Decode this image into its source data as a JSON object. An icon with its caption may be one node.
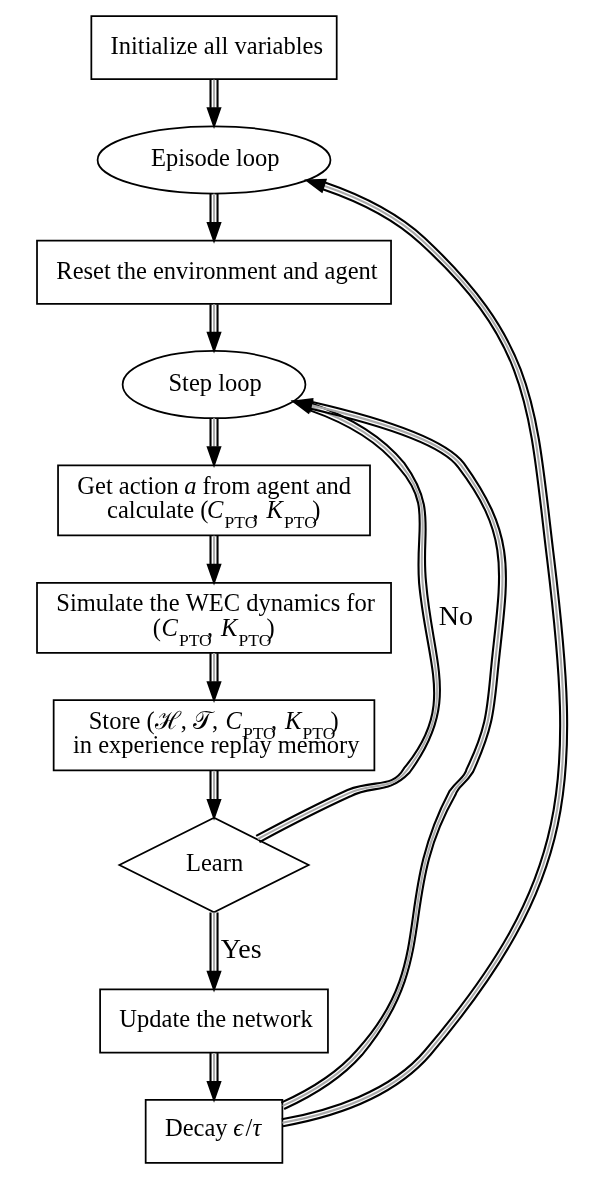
{
  "diagram": {
    "nodes": [
      {
        "text": [
          "Initialize all variables"
        ]
      },
      {
        "text": [
          "Episode loop"
        ]
      },
      {
        "text": [
          "Reset the environment and agent"
        ]
      },
      {
        "text": [
          "Step loop"
        ]
      },
      {
        "text": [
          "Get action *a* from agent and calculate (*C*$_{PTO}$, *K*$_{PTO}$)"
        ]
      },
      {
        "text": [
          "Simulate the WEC dynamics for (*C*$_{PTO}$, *K*$_{PTO}$)"
        ]
      },
      {
        "text": [
          "Store (ℋ, 𝒯, *C*$_{PTO}$, *K*$_{PTO}$) in experience replay memory"
        ]
      },
      {
        "text": [
          "Learn"
        ]
      },
      {
        "text": [
          "Update the network"
        ]
      },
      {
        "text": [
          "Decay *ϵ*/*τ*"
        ]
      }
    ],
    "edges": [
      {
        "from": 0,
        "to": 1,
        "arrow": "to"
      },
      {
        "from": 1,
        "to": 2,
        "arrow": "to"
      },
      {
        "from": 2,
        "to": 3,
        "arrow": "to"
      },
      {
        "from": 3,
        "to": 4,
        "arrow": "to"
      },
      {
        "from": 4,
        "to": 5,
        "arrow": "to"
      },
      {
        "from": 5,
        "to": 6,
        "arrow": "to"
      },
      {
        "from": 6,
        "to": 7,
        "arrow": "to"
      },
      {
        "from": 7,
        "to": 3,
        "arrow": "to",
        "label": "No"
      },
      {
        "from": 7,
        "to": 8,
        "arrow": "to",
        "label": "Yes"
      },
      {
        "from": 8,
        "to": 9,
        "arrow": "to"
      },
      {
        "from": 9,
        "to": 3,
        "arrow": "to"
      },
      {
        "from": 9,
        "to": 1,
        "arrow": "to"
      }
    ]
  }
}
